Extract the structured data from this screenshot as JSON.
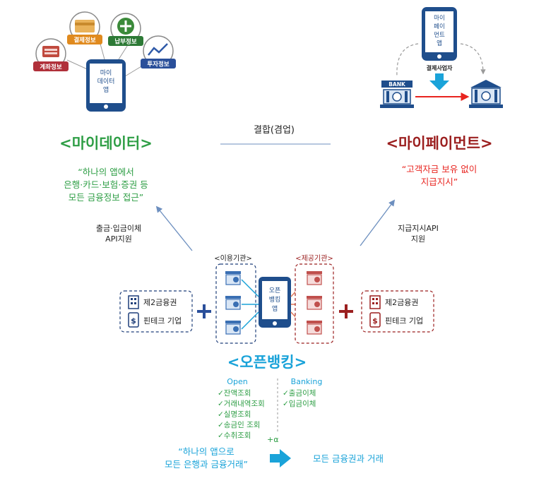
{
  "mydata": {
    "phone_text": [
      "마이",
      "데이터",
      "앱"
    ],
    "bubbles": [
      "계좌정보",
      "결제정보",
      "납부정보",
      "투자정보"
    ],
    "title": "<마이데이터>",
    "quote": [
      "“하나의 앱에서",
      "은행·카드·보험·증권 등",
      "모든 금융정보 접근”"
    ],
    "arrow_label": [
      "출금·입금이체",
      "API지원"
    ]
  },
  "center": {
    "label": "결합(겸업)"
  },
  "mypayment": {
    "phone_text": [
      "마이",
      "페이",
      "먼트",
      "앱"
    ],
    "operator": "결제사업자",
    "bank_label": "BANK",
    "title": "<마이페이먼트>",
    "quote": [
      "“고객자금 보유 없이",
      "지급지시”"
    ],
    "arrow_label": [
      "지급지시API",
      "지원"
    ]
  },
  "openbanking": {
    "user_label": "<이용기관>",
    "provider_label": "<제공기관>",
    "phone_text": [
      "오픈",
      "뱅킹",
      "앱"
    ],
    "left_box": [
      "제2금융권",
      "핀테크 기업"
    ],
    "right_box": [
      "제2금융권",
      "핀테크 기업"
    ],
    "title": "<오픈뱅킹>",
    "open_header": "Open",
    "banking_header": "Banking",
    "open_items": [
      "✓잔액조회",
      "✓거래내역조회",
      "✓실명조회",
      "✓송금인 조회",
      "✓수취조회"
    ],
    "banking_items": [
      "✓출금이체",
      "✓입금이체"
    ],
    "plus_alpha": "+α",
    "quote": [
      "“하나의 앱으로",
      "모든 은행과 금융거래”"
    ],
    "result": "모든 금융권과 거래"
  },
  "colors": {
    "green": "#2e9e45",
    "darkred": "#9b1f1f",
    "red": "#e8241f",
    "cyan": "#1aa3d9",
    "blue": "#3a6fb3",
    "navy": "#1f3f7a",
    "phone": "#1f4e8c"
  }
}
